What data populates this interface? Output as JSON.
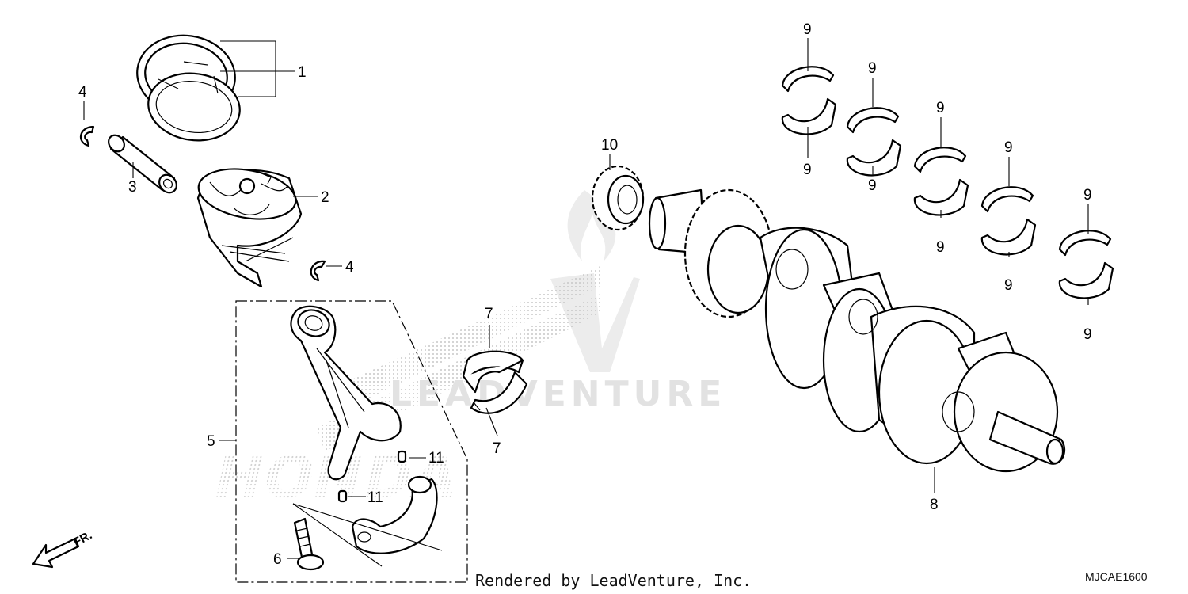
{
  "callouts": {
    "c1": "1",
    "c2": "2",
    "c3": "3",
    "c4a": "4",
    "c4b": "4",
    "c5": "5",
    "c6": "6",
    "c7a": "7",
    "c7b": "7",
    "c8": "8",
    "c9_1a": "9",
    "c9_1b": "9",
    "c9_2a": "9",
    "c9_2b": "9",
    "c9_3a": "9",
    "c9_3b": "9",
    "c9_4a": "9",
    "c9_4b": "9",
    "c9_5a": "9",
    "c9_5b": "9",
    "c10": "10",
    "c11a": "11",
    "c11b": "11"
  },
  "direction_label": "FR.",
  "footer": {
    "rendered_by": "Rendered by LeadVenture, Inc.",
    "diagram_code": "MJCAE1600"
  },
  "watermark": {
    "brand": "LEADVENTURE",
    "maker": "HONDA"
  },
  "colors": {
    "line": "#000000",
    "watermark": "#e2e2e2",
    "background": "#ffffff"
  }
}
